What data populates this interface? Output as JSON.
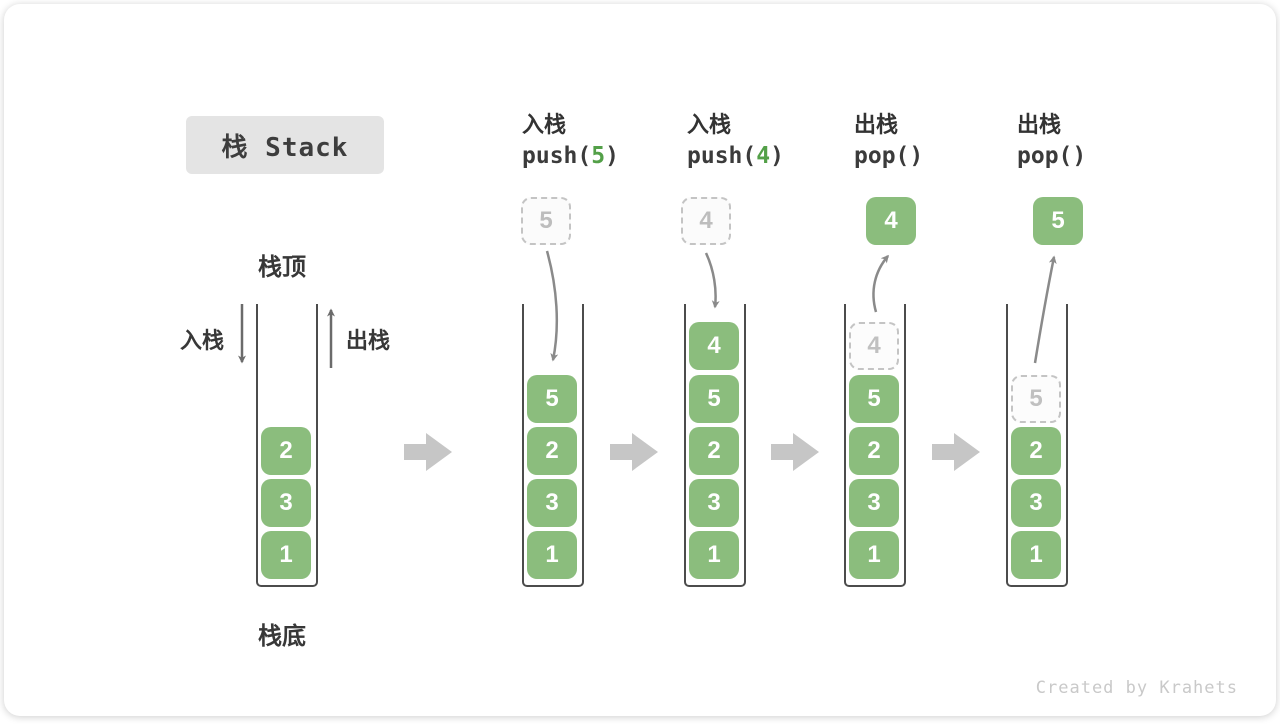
{
  "title": "栈 Stack",
  "watermark": "Created by Krahets",
  "annotations": {
    "stack_top": "栈顶",
    "stack_bottom": "栈底",
    "push_side_label": "入栈",
    "pop_side_label": "出栈"
  },
  "colors": {
    "box_green": "#8bbd7d",
    "code_arg_green": "#53a048",
    "flow_arrow_gray": "#8a8a8a",
    "block_arrow_gray": "#c6c6c6",
    "ghost_gray": "#c4c4c4",
    "wall_gray": "#4c4c4c"
  },
  "columns": [
    {
      "id": "initial",
      "cells": [
        {
          "value": "2",
          "style": "solid"
        },
        {
          "value": "3",
          "style": "solid"
        },
        {
          "value": "1",
          "style": "solid"
        }
      ]
    },
    {
      "id": "push-5",
      "op_label": "入栈",
      "code": {
        "pre": "push(",
        "arg": "5",
        "post": ")"
      },
      "floating": {
        "value": "5",
        "style": "dashed"
      },
      "cells": [
        {
          "value": "5",
          "style": "solid"
        },
        {
          "value": "2",
          "style": "solid"
        },
        {
          "value": "3",
          "style": "solid"
        },
        {
          "value": "1",
          "style": "solid"
        }
      ]
    },
    {
      "id": "push-4",
      "op_label": "入栈",
      "code": {
        "pre": "push(",
        "arg": "4",
        "post": ")"
      },
      "floating": {
        "value": "4",
        "style": "dashed"
      },
      "cells": [
        {
          "value": "4",
          "style": "solid"
        },
        {
          "value": "5",
          "style": "solid"
        },
        {
          "value": "2",
          "style": "solid"
        },
        {
          "value": "3",
          "style": "solid"
        },
        {
          "value": "1",
          "style": "solid"
        }
      ]
    },
    {
      "id": "pop-4",
      "op_label": "出栈",
      "code": {
        "pre": "pop()",
        "arg": "",
        "post": ""
      },
      "floating": {
        "value": "4",
        "style": "solid"
      },
      "cells": [
        {
          "value": "4",
          "style": "ghost"
        },
        {
          "value": "5",
          "style": "solid"
        },
        {
          "value": "2",
          "style": "solid"
        },
        {
          "value": "3",
          "style": "solid"
        },
        {
          "value": "1",
          "style": "solid"
        }
      ]
    },
    {
      "id": "pop-5",
      "op_label": "出栈",
      "code": {
        "pre": "pop()",
        "arg": "",
        "post": ""
      },
      "floating": {
        "value": "5",
        "style": "solid"
      },
      "cells": [
        {
          "value": "5",
          "style": "ghost"
        },
        {
          "value": "2",
          "style": "solid"
        },
        {
          "value": "3",
          "style": "solid"
        },
        {
          "value": "1",
          "style": "solid"
        }
      ]
    }
  ]
}
